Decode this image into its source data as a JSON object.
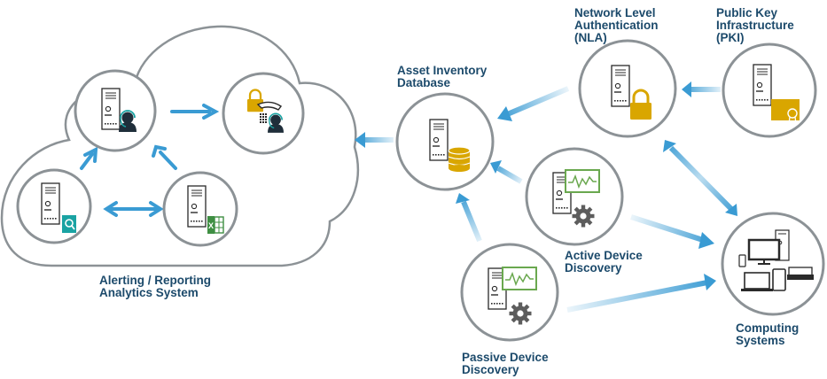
{
  "colors": {
    "text": "#1c4a6b",
    "ring": "#8c9296",
    "arrow": "#3a9bd3",
    "lock": "#d9a600",
    "database": "#d9a600",
    "chart_frame": "#6aa84f",
    "spreadsheet": "#3f8f43",
    "search_doc": "#1aa3a3"
  },
  "labels": {
    "nla": "Network Level\nAuthentication\n(NLA)",
    "pki": "Public Key\nInfrastructure\n(PKI)",
    "asset_db": "Asset Inventory\nDatabase",
    "alerting": "Alerting / Reporting\nAnalytics System",
    "active": "Active Device\nDiscovery",
    "passive": "Passive Device\nDiscovery",
    "computing": "Computing\nSystems"
  }
}
